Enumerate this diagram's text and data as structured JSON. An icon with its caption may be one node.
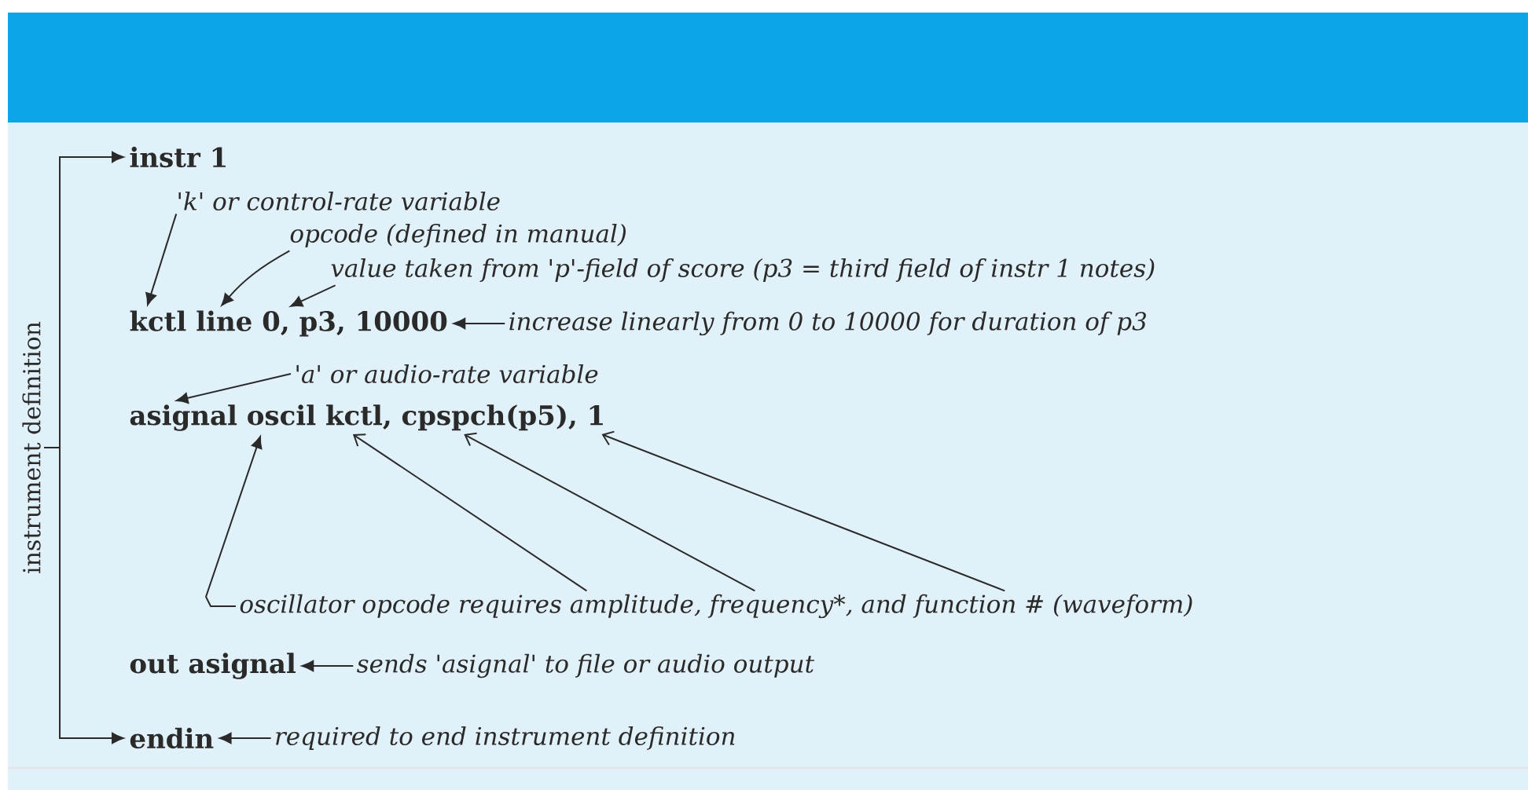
{
  "diagram": {
    "nodes": [
      {
        "text": [
          "instr 1"
        ]
      },
      {
        "text": [
          "'k' or control-rate variable"
        ]
      },
      {
        "text": [
          "opcode (defined in manual)"
        ]
      },
      {
        "text": [
          "value taken from 'p'-field of score (p3 = third field of instr 1 notes)"
        ]
      },
      {
        "text": [
          "kctl line 0, p3, 10000"
        ]
      },
      {
        "text": [
          "increase linearly from 0 to 10000 for duration of p3"
        ]
      },
      {
        "text": [
          "'a' or audio-rate variable"
        ]
      },
      {
        "text": [
          "asignal oscil kctl, cpspch(p5), 1"
        ]
      },
      {
        "text": [
          "oscillator opcode requires amplitude, frequency*, and function # (waveform)"
        ]
      },
      {
        "text": [
          "out asignal"
        ]
      },
      {
        "text": [
          "sends 'asignal' to file or audio output"
        ]
      },
      {
        "text": [
          "endin"
        ]
      },
      {
        "text": [
          "required to end instrument definition"
        ]
      },
      {
        "text": [
          "instrument definition"
        ]
      }
    ],
    "edges": [
      {
        "from": 1,
        "to": 4,
        "arrow": "to"
      },
      {
        "from": 2,
        "to": 4,
        "arrow": "to"
      },
      {
        "from": 3,
        "to": 4,
        "arrow": "to"
      },
      {
        "from": 5,
        "to": 4,
        "arrow": "to"
      },
      {
        "from": 6,
        "to": 7,
        "arrow": "to"
      },
      {
        "from": 8,
        "to": 7,
        "arrow": "to"
      },
      {
        "from": 8,
        "to": 7,
        "arrow": "to"
      },
      {
        "from": 8,
        "to": 7,
        "arrow": "to"
      },
      {
        "from": 8,
        "to": 7,
        "arrow": "to"
      },
      {
        "from": 10,
        "to": 9,
        "arrow": "to"
      },
      {
        "from": 12,
        "to": 11,
        "arrow": "to"
      },
      {
        "from": 13,
        "to": 0,
        "arrow": "to"
      },
      {
        "from": 13,
        "to": 11,
        "arrow": "to"
      }
    ]
  }
}
